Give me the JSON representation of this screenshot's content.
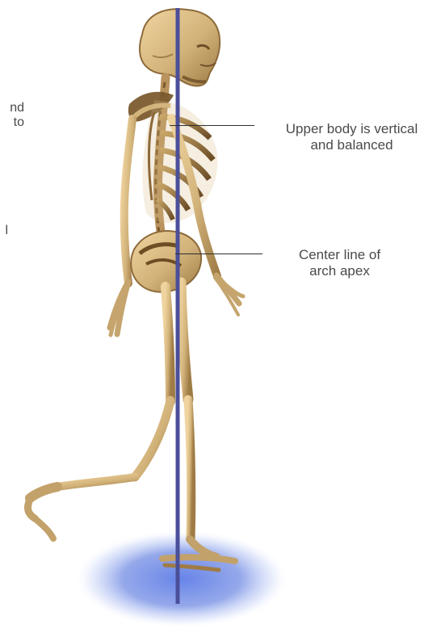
{
  "callouts": {
    "upper_body": {
      "line1": "Upper body is vertical",
      "line2": "and balanced"
    },
    "center_line": {
      "line1": "Center line of",
      "line2": "arch apex"
    }
  },
  "clipped_text": {
    "top": {
      "line1": "nd",
      "line2": "to"
    },
    "middle": {
      "line1": "l"
    }
  },
  "colors": {
    "bone": "#d2b37a",
    "bone_shadow": "#7b5b2f",
    "center_line": "#4b4f9a",
    "floor_glow": "#5f7ee8",
    "label_text": "#4a4a4a"
  }
}
